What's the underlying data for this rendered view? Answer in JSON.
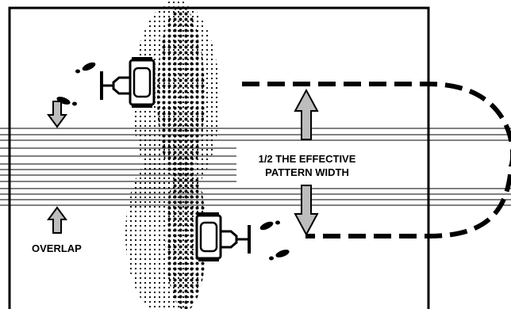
{
  "labels": {
    "pattern_width_line1": "1/2 THE EFFECTIVE",
    "pattern_width_line2": "PATTERN WIDTH",
    "overlap": "OVERLAP"
  },
  "colors": {
    "ink": "#000000",
    "arrow_fill": "#bdbdbd",
    "background": "#ffffff"
  },
  "icons": [
    "sprayer-unit-icon",
    "footprint-icon",
    "up-arrow-icon",
    "down-arrow-icon"
  ]
}
